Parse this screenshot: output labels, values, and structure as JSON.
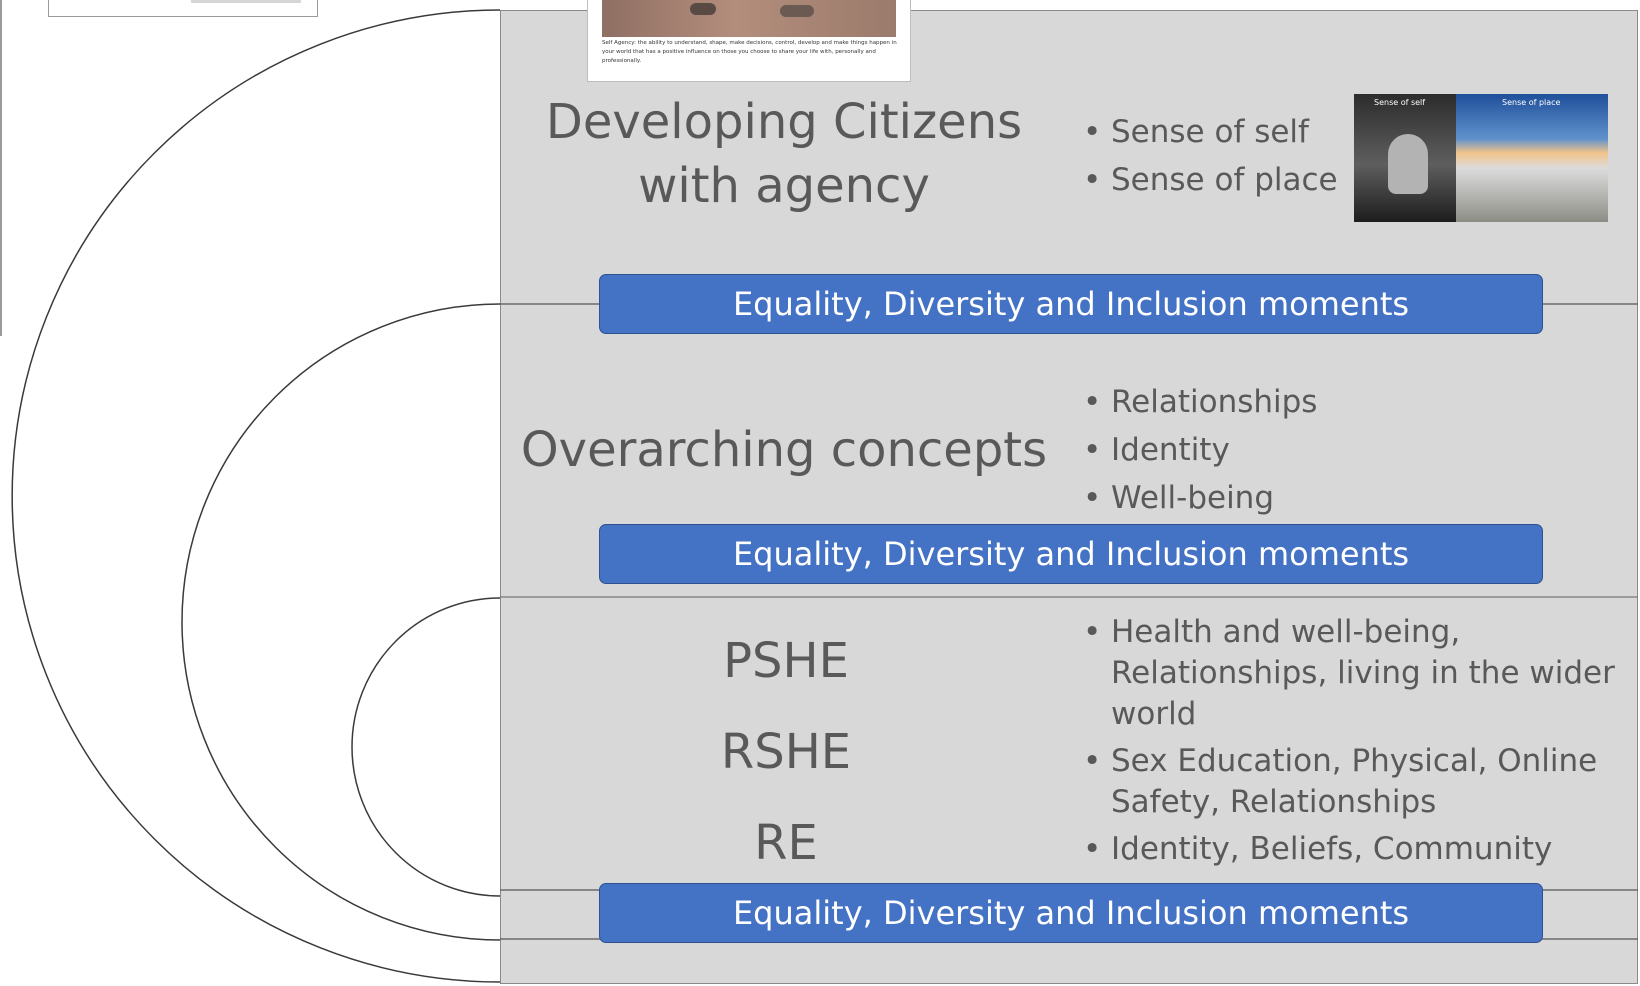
{
  "concept_card": {
    "caption": "Self Agency: the ability to understand, shape, make decisions, control, develop and make things happen in your world that has a positive influence on those you choose to share your life with, personally and professionally."
  },
  "sections": [
    {
      "title_line1": "Developing Citizens",
      "title_line2": "with agency",
      "bullets": [
        "Sense of self",
        "Sense of place"
      ],
      "image": {
        "label_left": "Sense of self",
        "label_right": "Sense of place"
      }
    },
    {
      "title": "Overarching concepts",
      "bullets": [
        "Relationships",
        "Identity",
        "Well-being"
      ]
    },
    {
      "titles": [
        "PSHE",
        "RSHE",
        "RE"
      ],
      "bullets": [
        "Health and well-being, Relationships, living in the wider world",
        "Sex Education, Physical, Online Safety, Relationships",
        "Identity, Beliefs, Community"
      ]
    }
  ],
  "edi_bars": [
    "Equality, Diversity and Inclusion moments",
    "Equality, Diversity and Inclusion moments",
    "Equality, Diversity and Inclusion moments"
  ],
  "colors": {
    "panel": "#d8d8d8",
    "bar": "#4472c4",
    "text": "#595959"
  }
}
